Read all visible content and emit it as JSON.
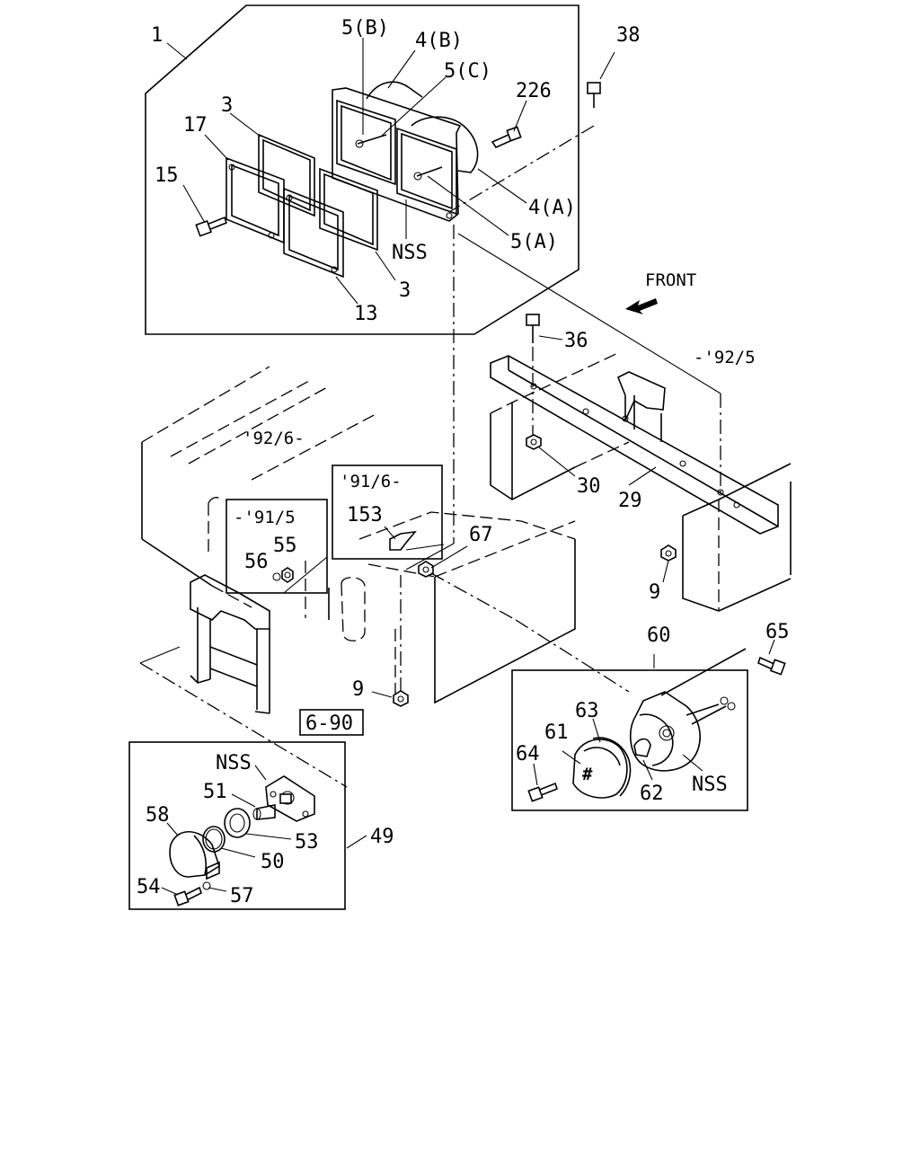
{
  "labels": {
    "p1": "1",
    "p5b": "5(B)",
    "p4b": "4(B)",
    "p5c": "5(C)",
    "p226": "226",
    "p38": "38",
    "p3a": "3",
    "p17": "17",
    "p15": "15",
    "p4a": "4(A)",
    "p5a": "5(A)",
    "nss_top": "NSS",
    "p3b": "3",
    "p13": "13",
    "front": "FRONT",
    "p36": "36",
    "date_9205": "-'92/5",
    "date_9206": "'92/6-",
    "p30": "30",
    "p29": "29",
    "date_9106": "'91/6-",
    "p153": "153",
    "date_9105": "-'91/5",
    "p55": "55",
    "p56": "56",
    "p67": "67",
    "p9a": "9",
    "p9b": "9",
    "p60": "60",
    "p65": "65",
    "ref_690": "6-90",
    "p63": "63",
    "p61": "61",
    "p64": "64",
    "p62": "62",
    "nss_horn": "NSS",
    "nss_lamp": "NSS",
    "p51": "51",
    "p58": "58",
    "p53": "53",
    "p49": "49",
    "p50": "50",
    "p54": "54",
    "p57": "57"
  }
}
